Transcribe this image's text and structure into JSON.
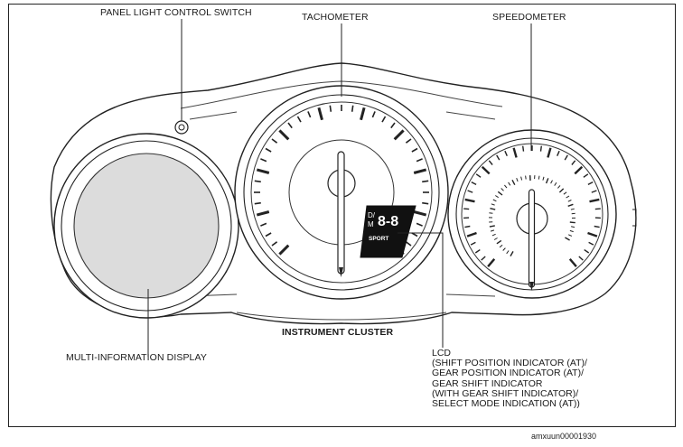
{
  "labels": {
    "panel_light_control_switch": "PANEL LIGHT CONTROL SWITCH",
    "tachometer": "TACHOMETER",
    "speedometer": "SPEEDOMETER",
    "instrument_cluster": "INSTRUMENT CLUSTER",
    "multi_information_display": "MULTI-INFORMATION DISPLAY",
    "lcd": [
      "LCD",
      "(SHIFT POSITION INDICATOR (AT)/",
      "GEAR POSITION INDICATOR (AT)/",
      "GEAR SHIFT INDICATOR",
      "(WITH GEAR SHIFT INDICATOR)/",
      "SELECT MODE INDICATION (AT))"
    ]
  },
  "lcd_display": {
    "mode_top": "D/",
    "mode_bottom": "M",
    "digits": "8-8",
    "sport": "SPORT"
  },
  "image_code": "amxuun00001930",
  "colors": {
    "line": "#222222",
    "mid_display_fill": "#dcdcdc",
    "lcd_fill": "#111111"
  }
}
